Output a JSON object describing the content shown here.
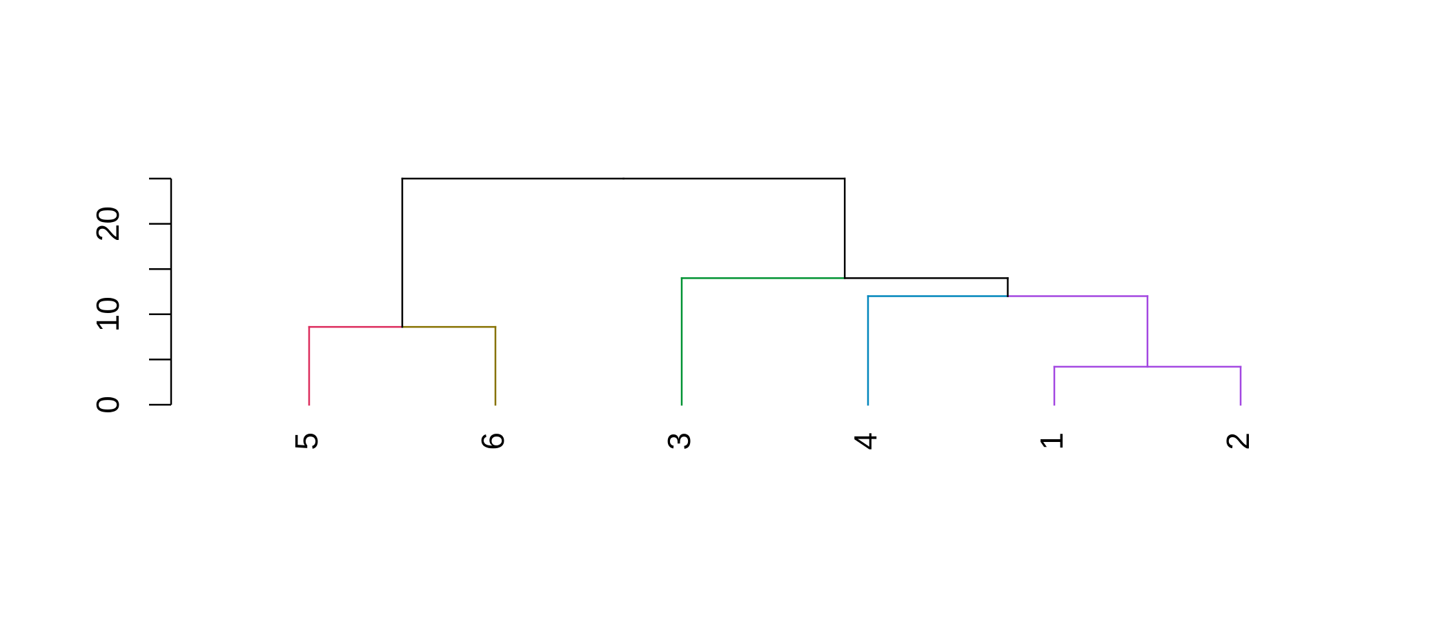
{
  "chart_data": {
    "type": "dendrogram",
    "leaf_order": [
      "5",
      "6",
      "3",
      "4",
      "1",
      "2"
    ],
    "y_ticks": [
      0,
      5,
      10,
      15,
      20,
      25
    ],
    "y_tick_labels": [
      "0",
      "10",
      "20"
    ],
    "ylim": [
      0,
      25
    ],
    "merges": [
      {
        "left": "1",
        "right": "2",
        "height": 4.2,
        "left_color": "#A347E1",
        "right_color": "#A347E1",
        "stem_color": "#A347E1"
      },
      {
        "left": "5",
        "right": "6",
        "height": 8.6,
        "left_color": "#DC2B5C",
        "right_color": "#877200",
        "stem_color": "#000000"
      },
      {
        "left": "4",
        "right": "1+2",
        "height": 12.0,
        "left_color": "#0085BC",
        "right_color": "#A347E1",
        "stem_color": "#000000"
      },
      {
        "left": "3",
        "right": "4+1+2",
        "height": 14.0,
        "left_color": "#009232",
        "right_color": "#000000",
        "stem_color": "#000000"
      },
      {
        "left": "5+6",
        "right": "3+4+1+2",
        "height": 25.0,
        "left_color": "#000000",
        "right_color": "#000000",
        "stem_color": "#000000"
      }
    ]
  }
}
